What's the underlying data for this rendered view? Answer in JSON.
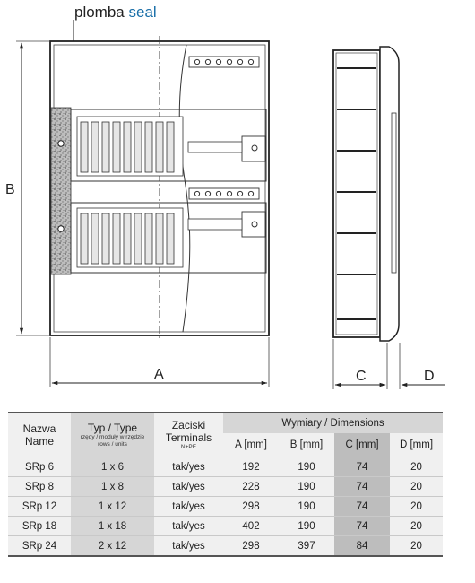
{
  "header": {
    "plomba": "plomba",
    "seal": "seal"
  },
  "dimension_labels": {
    "A": "A",
    "B": "B",
    "C": "C",
    "D": "D"
  },
  "table": {
    "col_name": {
      "main": "Nazwa",
      "main2": "Name"
    },
    "col_type": {
      "main": "Typ / Type",
      "sub1": "rzędy / moduły w rzędzie",
      "sub2": "rows / units"
    },
    "col_terminals": {
      "main": "Zaciski",
      "main2": "Terminals",
      "sub": "N+PE"
    },
    "col_dimensions": "Wymiary / Dimensions",
    "dim_cols": [
      "A [mm]",
      "B [mm]",
      "C [mm]",
      "D [mm]"
    ],
    "rows": [
      {
        "name": "SRp 6",
        "type": "1 x 6",
        "terminals": "tak/yes",
        "a": "192",
        "b": "190",
        "c": "74",
        "d": "20"
      },
      {
        "name": "SRp 8",
        "type": "1 x 8",
        "terminals": "tak/yes",
        "a": "228",
        "b": "190",
        "c": "74",
        "d": "20"
      },
      {
        "name": "SRp 12",
        "type": "1 x 12",
        "terminals": "tak/yes",
        "a": "298",
        "b": "190",
        "c": "74",
        "d": "20"
      },
      {
        "name": "SRp 18",
        "type": "1 x 18",
        "terminals": "tak/yes",
        "a": "402",
        "b": "190",
        "c": "74",
        "d": "20"
      },
      {
        "name": "SRp 24",
        "type": "2 x 12",
        "terminals": "tak/yes",
        "a": "298",
        "b": "397",
        "c": "84",
        "d": "20"
      }
    ]
  }
}
